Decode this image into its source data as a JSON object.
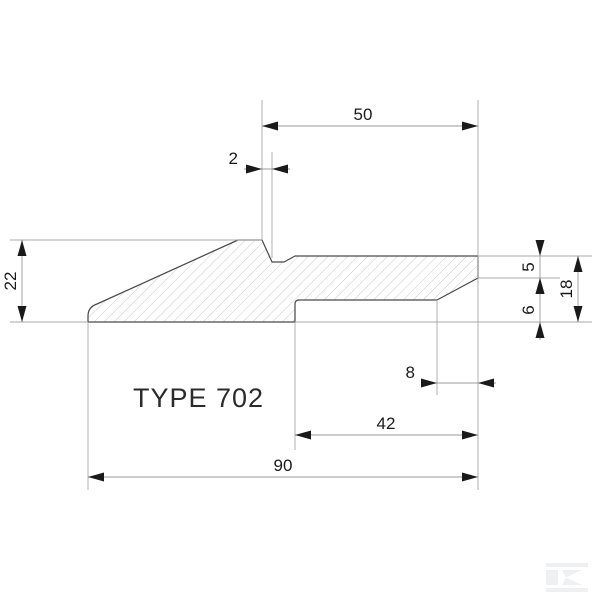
{
  "drawing": {
    "title": "TYPE 702",
    "background_color": "#ffffff",
    "outline_color": "#4a4a4a",
    "dimension_line_color": "#9a9a9a",
    "dimension_text_color": "#1a1a1a",
    "hatch_color": "#c9c9c9",
    "units": "mm"
  },
  "dimensions": {
    "overall_length": "90",
    "top_flange_length": "50",
    "lip_thickness": "2",
    "overall_height": "22",
    "right_total_height": "18",
    "upper_step_height": "5",
    "lower_step_height": "6",
    "bottom_step_length": "42",
    "chamfer_length": "8"
  },
  "labels": {
    "dim_90": "90",
    "dim_50": "50",
    "dim_2": "2",
    "dim_22": "22",
    "dim_18": "18",
    "dim_5": "5",
    "dim_6": "6",
    "dim_42": "42",
    "dim_8": "8"
  },
  "watermark": {
    "name": "k-logo-watermark",
    "color": "#eef0f2"
  }
}
